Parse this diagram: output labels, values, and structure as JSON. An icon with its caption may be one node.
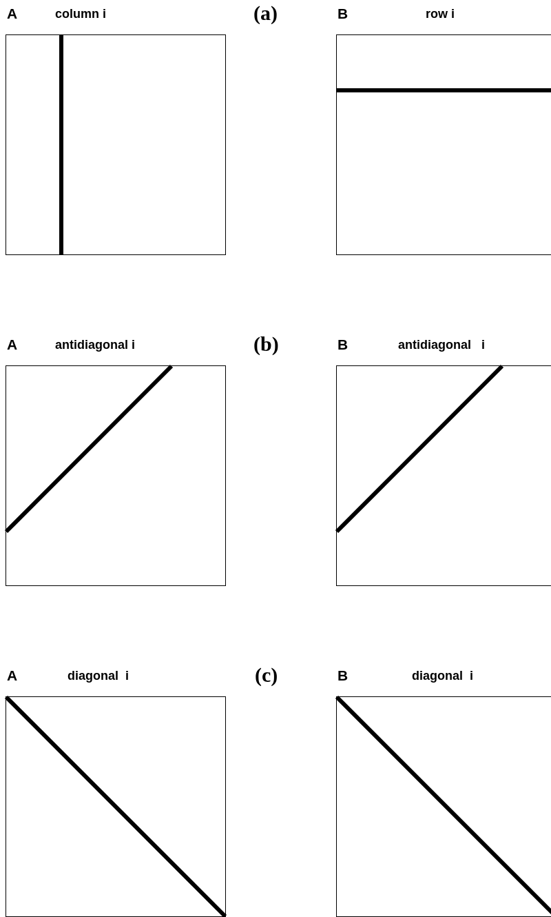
{
  "diagram": {
    "nodes": [
      {
        "text": [
          "A",
          "column i"
        ]
      },
      {
        "text": [
          "B",
          "row i"
        ]
      },
      {
        "text": [
          "A",
          "antidiagonal i"
        ]
      },
      {
        "text": [
          "B",
          "antidiagonal   i"
        ]
      },
      {
        "text": [
          "A",
          "diagonal  i"
        ]
      },
      {
        "text": [
          "B",
          "diagonal  i"
        ]
      }
    ],
    "labels": [
      "(a)",
      "(b)",
      "(c)"
    ]
  }
}
